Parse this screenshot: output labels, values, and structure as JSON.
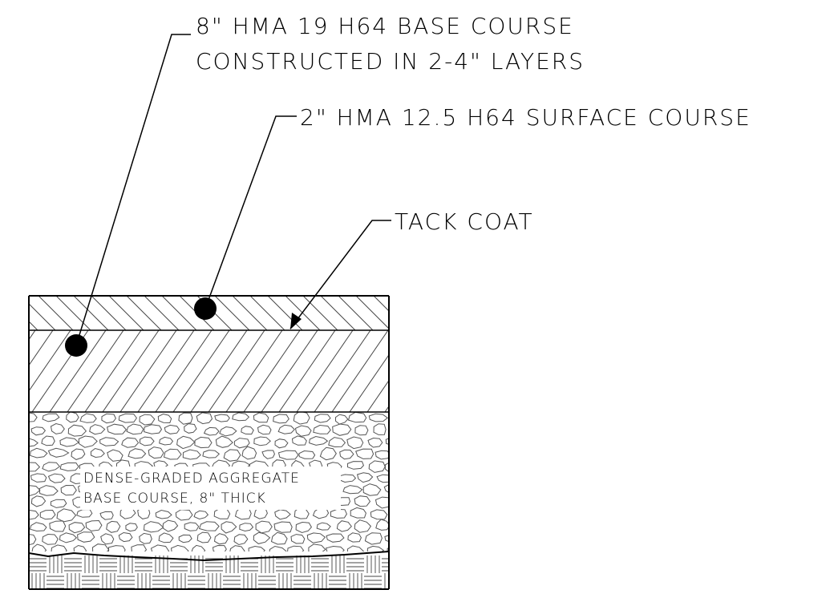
{
  "diagram": {
    "title_lines": [],
    "callouts": {
      "base_course": {
        "line1": "8\" HMA 19 H64 BASE COURSE",
        "line2": "CONSTRUCTED IN 2-4\" LAYERS"
      },
      "surface_course": {
        "text": "2\" HMA 12.5 H64 SURFACE COURSE"
      },
      "tack_coat": {
        "text": "TACK COAT"
      },
      "aggregate": {
        "line1": "DENSE-GRADED AGGREGATE",
        "line2": "BASE COURSE, 8\" THICK"
      }
    },
    "layers": [
      {
        "name": "surface-course",
        "pattern": "hatch-back-diagonal"
      },
      {
        "name": "base-course",
        "pattern": "hatch-forward-diagonal"
      },
      {
        "name": "aggregate-base",
        "pattern": "stones"
      },
      {
        "name": "subgrade",
        "pattern": "basket-weave"
      }
    ],
    "colors": {
      "ink": "#000000",
      "hatch": "#444444",
      "background": "#ffffff"
    }
  }
}
